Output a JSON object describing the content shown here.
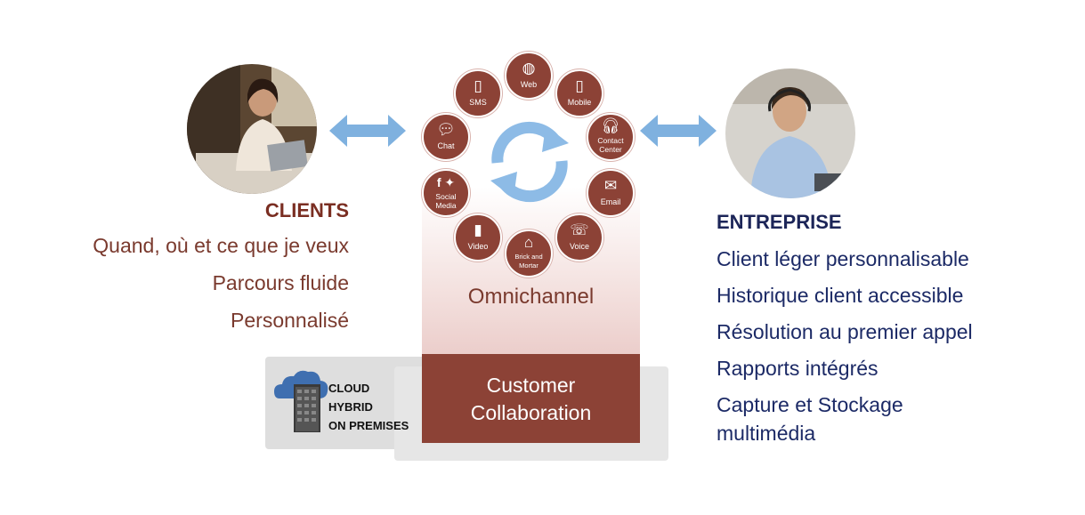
{
  "clients": {
    "title": "CLIENTS",
    "lines": [
      "Quand, où et ce que je veux",
      "Parcours fluide",
      "Personnalisé"
    ]
  },
  "enterprise": {
    "title": "ENTREPRISE",
    "lines": [
      "Client léger personnalisable",
      "Historique client accessible",
      "Résolution au premier appel",
      "Rapports intégrés",
      "Capture et Stockage",
      "multimédia"
    ]
  },
  "center": {
    "omnichannel_label": "Omnichannel",
    "collab_line1": "Customer",
    "collab_line2": "Collaboration"
  },
  "deployment": {
    "lines": [
      "CLOUD",
      "HYBRID",
      "ON PREMISES"
    ]
  },
  "channels": {
    "web": "Web",
    "mobile": "Mobile",
    "contact1": "Contact",
    "contact2": "Center",
    "email": "Email",
    "voice": "Voice",
    "brick1": "Brick and",
    "brick2": "Mortar",
    "video": "Video",
    "social1": "Social",
    "social2": "Media",
    "chat": "Chat",
    "sms": "SMS"
  },
  "colors": {
    "brand_red": "#8c4236",
    "navy": "#1c2558",
    "arrow_blue": "#7fb1df"
  }
}
